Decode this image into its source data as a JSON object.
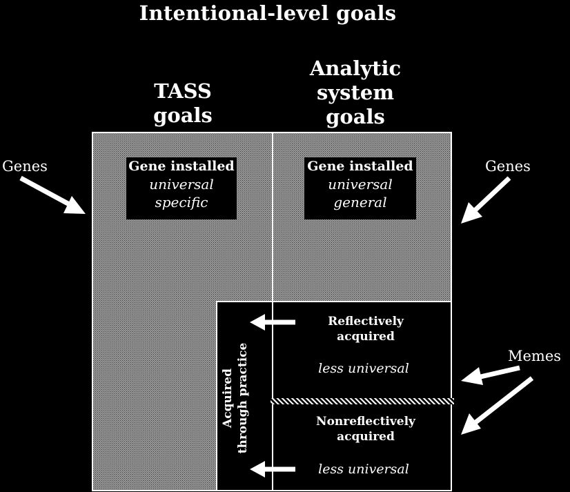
{
  "title": "Intentional-level goals",
  "tass_heading": [
    "TASS",
    "goals"
  ],
  "analytic_heading": [
    "Analytic",
    "system",
    "goals"
  ],
  "tass_box": {
    "heading": "Gene installed",
    "line1": "universal",
    "line2": "specific"
  },
  "analytic_box": {
    "heading": "Gene installed",
    "line1": "universal",
    "line2": "general"
  },
  "genes_left": "Genes",
  "genes_right": "Genes",
  "memes": "Memes",
  "acquired_through_practice": [
    "Acquired",
    "through practice"
  ],
  "reflective": {
    "heading": [
      "Reflectively",
      "acquired"
    ],
    "scope": "less universal"
  },
  "nonreflective": {
    "heading": [
      "Nonreflectively",
      "acquired"
    ],
    "scope": "less universal"
  },
  "colors": {
    "background": "#000000",
    "foreground": "#ffffff",
    "shading": "#7a7a7a"
  }
}
